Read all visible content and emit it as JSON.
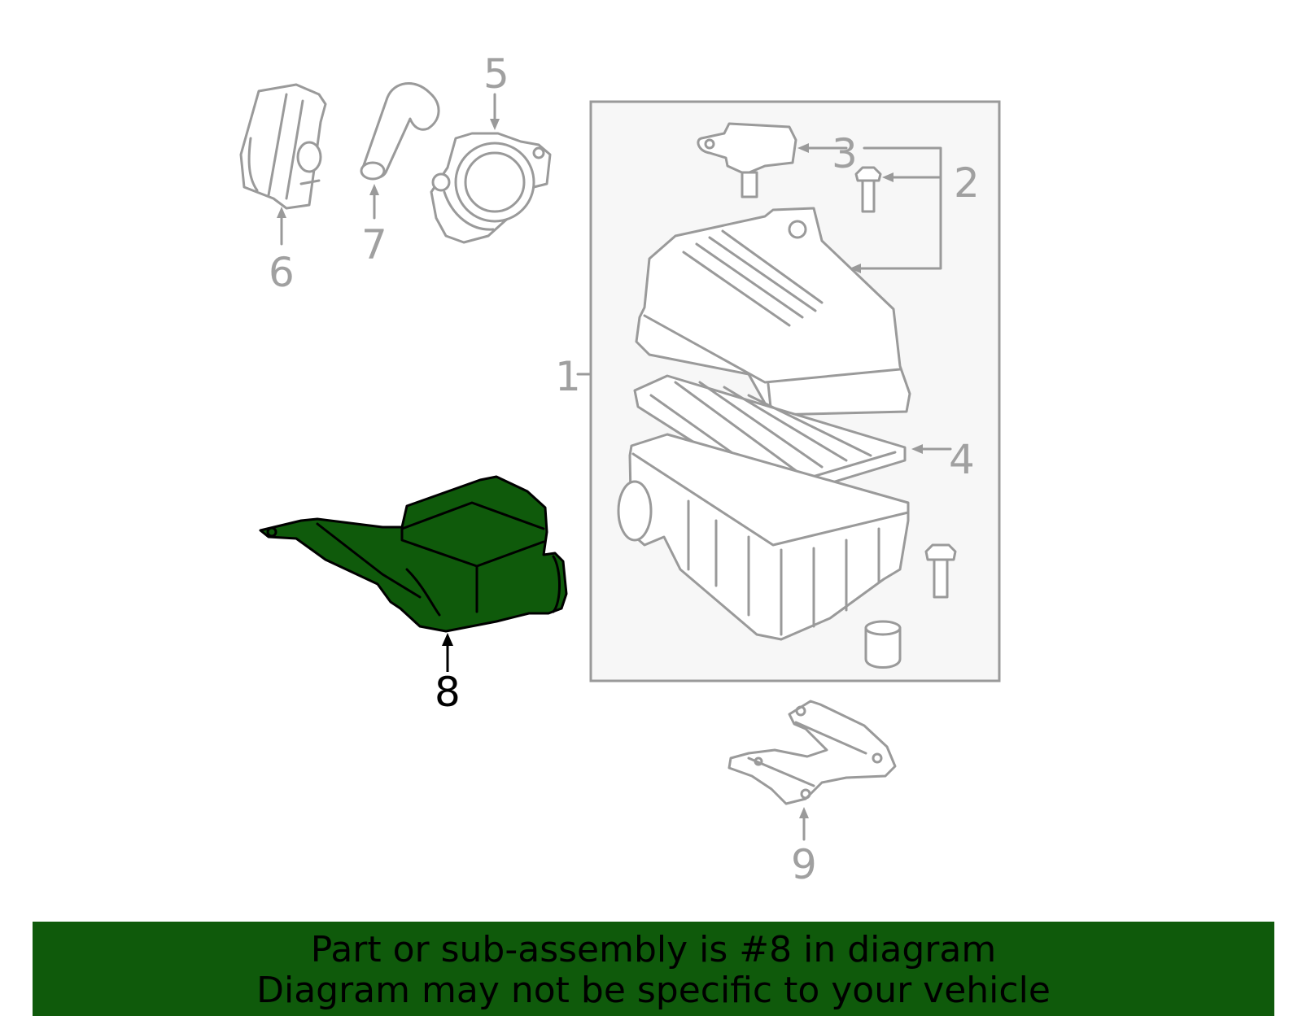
{
  "callouts": {
    "c1": "1",
    "c2": "2",
    "c3": "3",
    "c4": "4",
    "c5": "5",
    "c6": "6",
    "c7": "7",
    "c8": "8",
    "c9": "9"
  },
  "highlighted_part": "8",
  "colors": {
    "highlight": "#0f5a0b",
    "line_art": "#9a9a9a",
    "box_fill": "#f7f7f7"
  },
  "banner": {
    "line1": "Part or sub-assembly is #8 in diagram",
    "line2": "Diagram may not be specific to your vehicle"
  }
}
